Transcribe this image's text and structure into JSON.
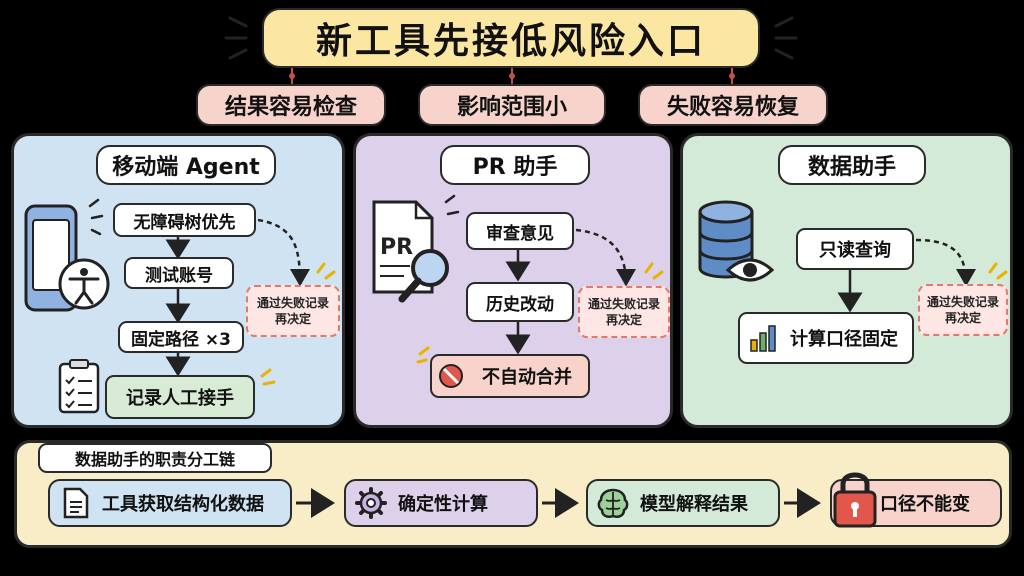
{
  "title": "新工具先接低风险入口",
  "criteria": [
    "结果容易检查",
    "影响范围小",
    "失败容易恢复"
  ],
  "panels": {
    "mobile": {
      "title": "移动端 Agent",
      "steps": [
        "无障碍树优先",
        "测试账号",
        "固定路径 ×3",
        "记录人工接手"
      ],
      "note": [
        "通过失败记录",
        "再决定"
      ]
    },
    "pr": {
      "title": "PR 助手",
      "steps": [
        "审查意见",
        "历史改动",
        "不自动合并"
      ],
      "doc_label": "PR",
      "note": [
        "通过失败记录",
        "再决定"
      ]
    },
    "data": {
      "title": "数据助手",
      "steps": [
        "只读查询",
        "计算口径固定"
      ],
      "note": [
        "通过失败记录",
        "再决定"
      ]
    }
  },
  "chain": {
    "title": "数据助手的职责分工链",
    "items": [
      "工具获取结构化数据",
      "确定性计算",
      "模型解释结果",
      "口径不能变"
    ]
  },
  "colors": {
    "title_bg": "#fbe6a2",
    "tag_bg": "#f7d3cc",
    "panel_mobile": "#cfe3f3",
    "panel_pr": "#dcd0ea",
    "panel_data": "#d3ead8",
    "chain_bg": "#f8edc6",
    "step_green": "#d8ecd5",
    "step_red": "#f7d3cc",
    "note_border": "#e07a6a"
  }
}
